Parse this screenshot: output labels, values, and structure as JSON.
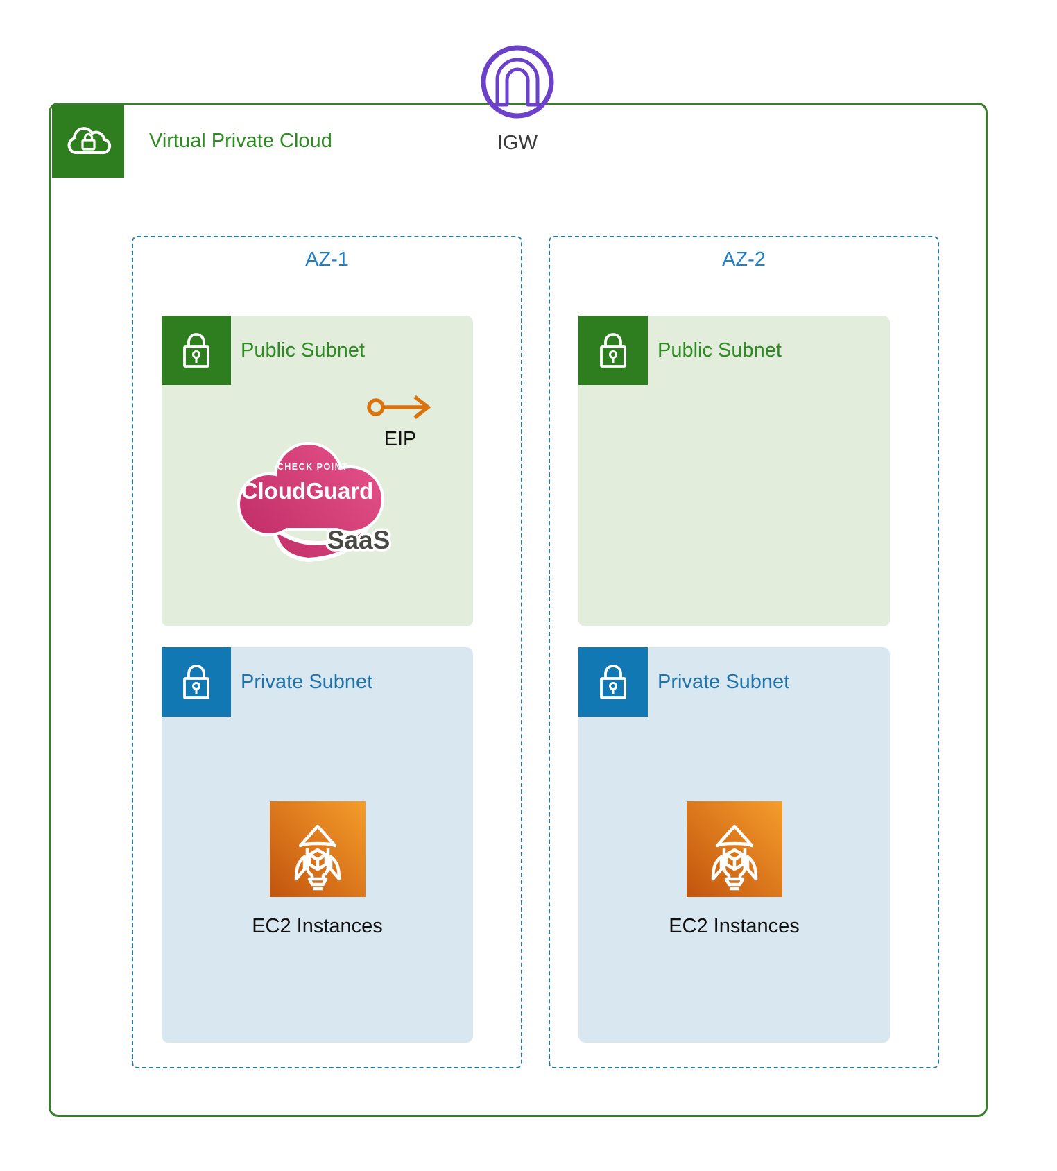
{
  "diagram": {
    "igw": {
      "label": "IGW"
    },
    "vpc": {
      "label": "Virtual Private Cloud"
    },
    "azs": [
      {
        "label": "AZ-1",
        "public_subnet": {
          "label": "Public Subnet",
          "eip": {
            "label": "EIP"
          },
          "cloudguard": {
            "brand": "CHECK POINT",
            "product": "CloudGuard",
            "edition": "SaaS"
          }
        },
        "private_subnet": {
          "label": "Private Subnet",
          "ec2": {
            "label": "EC2 Instances"
          }
        }
      },
      {
        "label": "AZ-2",
        "public_subnet": {
          "label": "Public Subnet"
        },
        "private_subnet": {
          "label": "Private Subnet",
          "ec2": {
            "label": "EC2 Instances"
          }
        }
      }
    ],
    "colors": {
      "vpc_border": "#3a7d2c",
      "green_accent": "#2e7d1e",
      "green_text": "#2e8b22",
      "public_subnet_bg": "#e2eddc",
      "private_subnet_bg": "#d9e7f0",
      "blue_accent": "#1178b4",
      "blue_text": "#1f73a8",
      "az_border": "#277c9e",
      "az_title_text": "#1e7ec8",
      "igw_purple": "#6c41c9",
      "eip_orange": "#d9730d",
      "ec2_gradient_dark": "#c2540e",
      "ec2_gradient_light": "#f59d2b",
      "cloudguard_pink_dark": "#c02d66",
      "cloudguard_pink_light": "#e8558c",
      "label_dark": "#3b3b3b"
    }
  }
}
